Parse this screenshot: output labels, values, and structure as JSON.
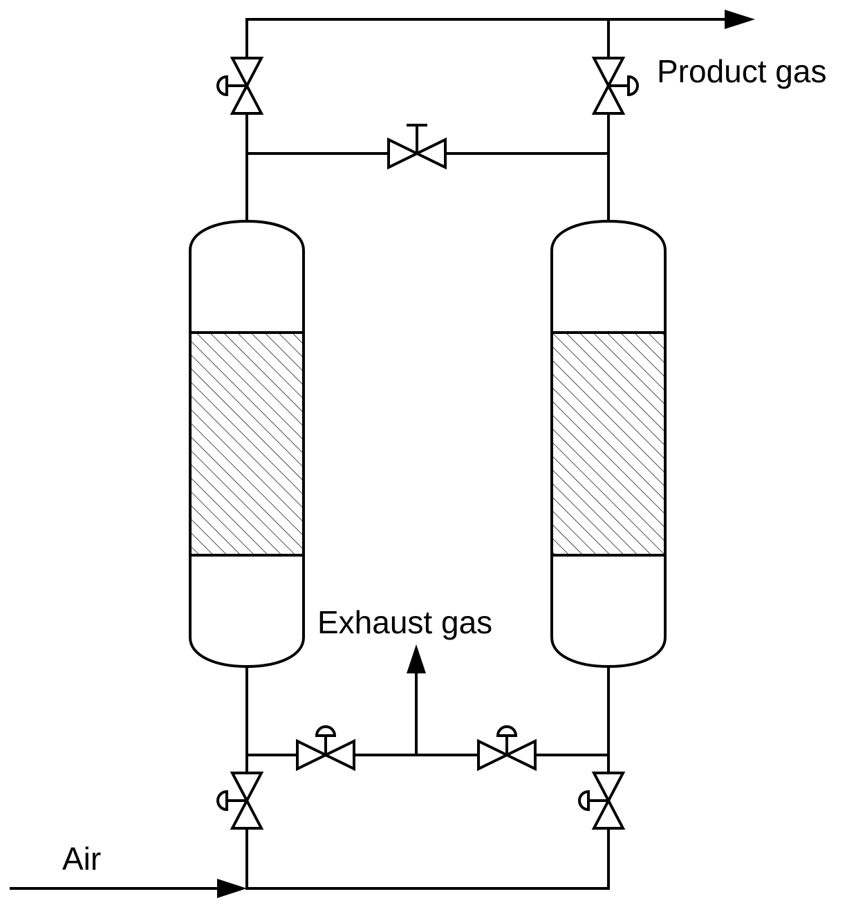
{
  "labels": {
    "product_gas": "Product gas",
    "exhaust_gas": "Exhaust gas",
    "air": "Air"
  },
  "colors": {
    "line": "#000000",
    "background": "#ffffff"
  },
  "components": {
    "vessels": [
      "left-adsorber-vessel",
      "right-adsorber-vessel"
    ],
    "valves": [
      "top-left-valve",
      "top-right-valve",
      "equalization-valve",
      "exhaust-left-valve",
      "exhaust-right-valve",
      "bottom-left-valve",
      "bottom-right-valve"
    ]
  }
}
